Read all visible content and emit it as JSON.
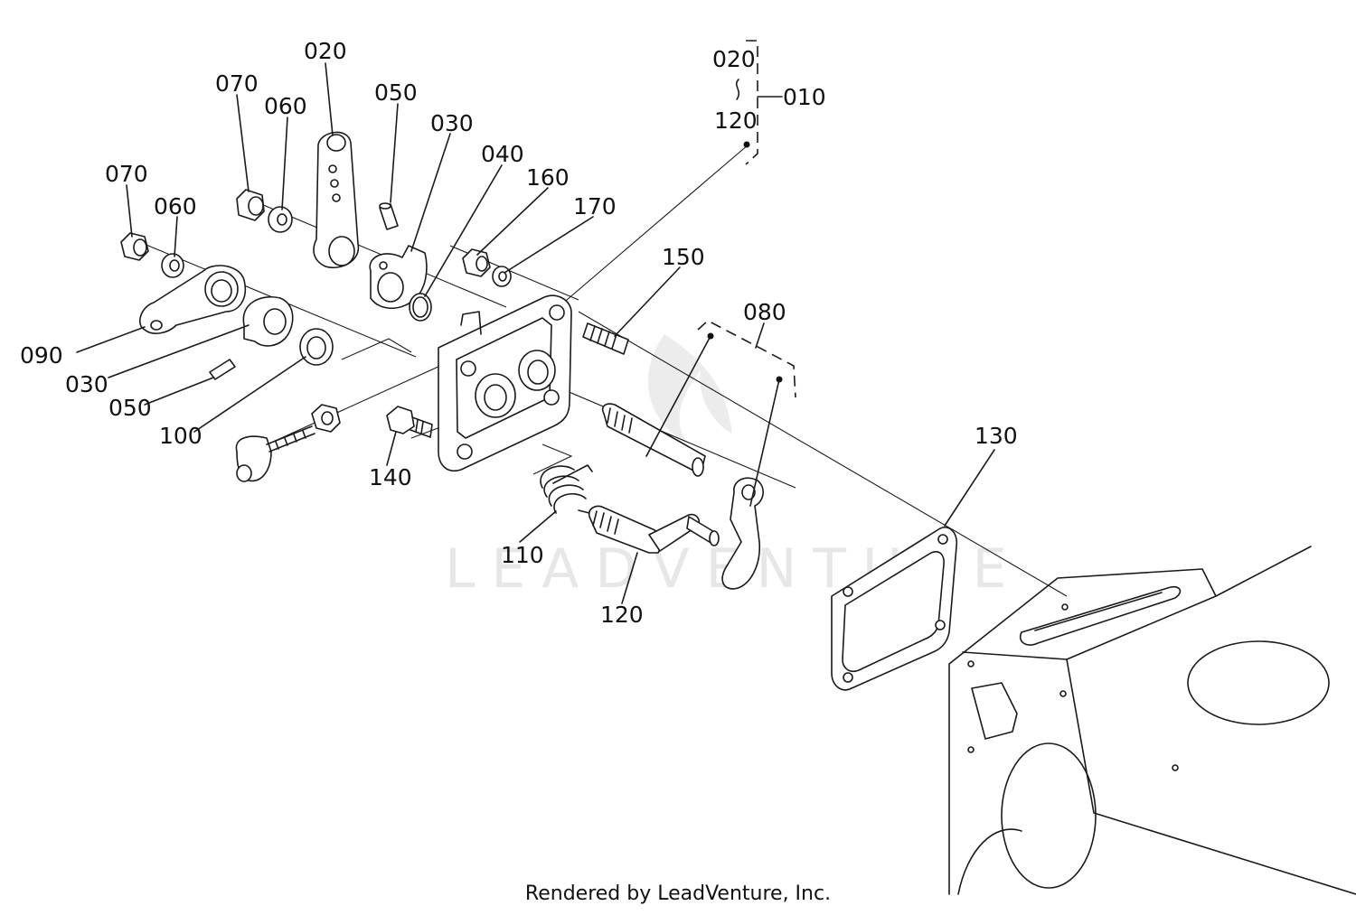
{
  "watermark": "LEADVENTURE",
  "footer": "Rendered by LeadVenture, Inc.",
  "callouts": {
    "c010": "010",
    "c020_top": "020",
    "c020_bracket": "020",
    "c120_bracket": "120",
    "c070_a": "070",
    "c060_a": "060",
    "c070_b": "070",
    "c060_b": "060",
    "c050_top": "050",
    "c030_top": "030",
    "c040": "040",
    "c160": "160",
    "c170": "170",
    "c150": "150",
    "c080": "080",
    "c090": "090",
    "c030_bottom": "030",
    "c050_bottom": "050",
    "c100": "100",
    "c140": "140",
    "c110": "110",
    "c120_bottom": "120",
    "c130": "130"
  }
}
